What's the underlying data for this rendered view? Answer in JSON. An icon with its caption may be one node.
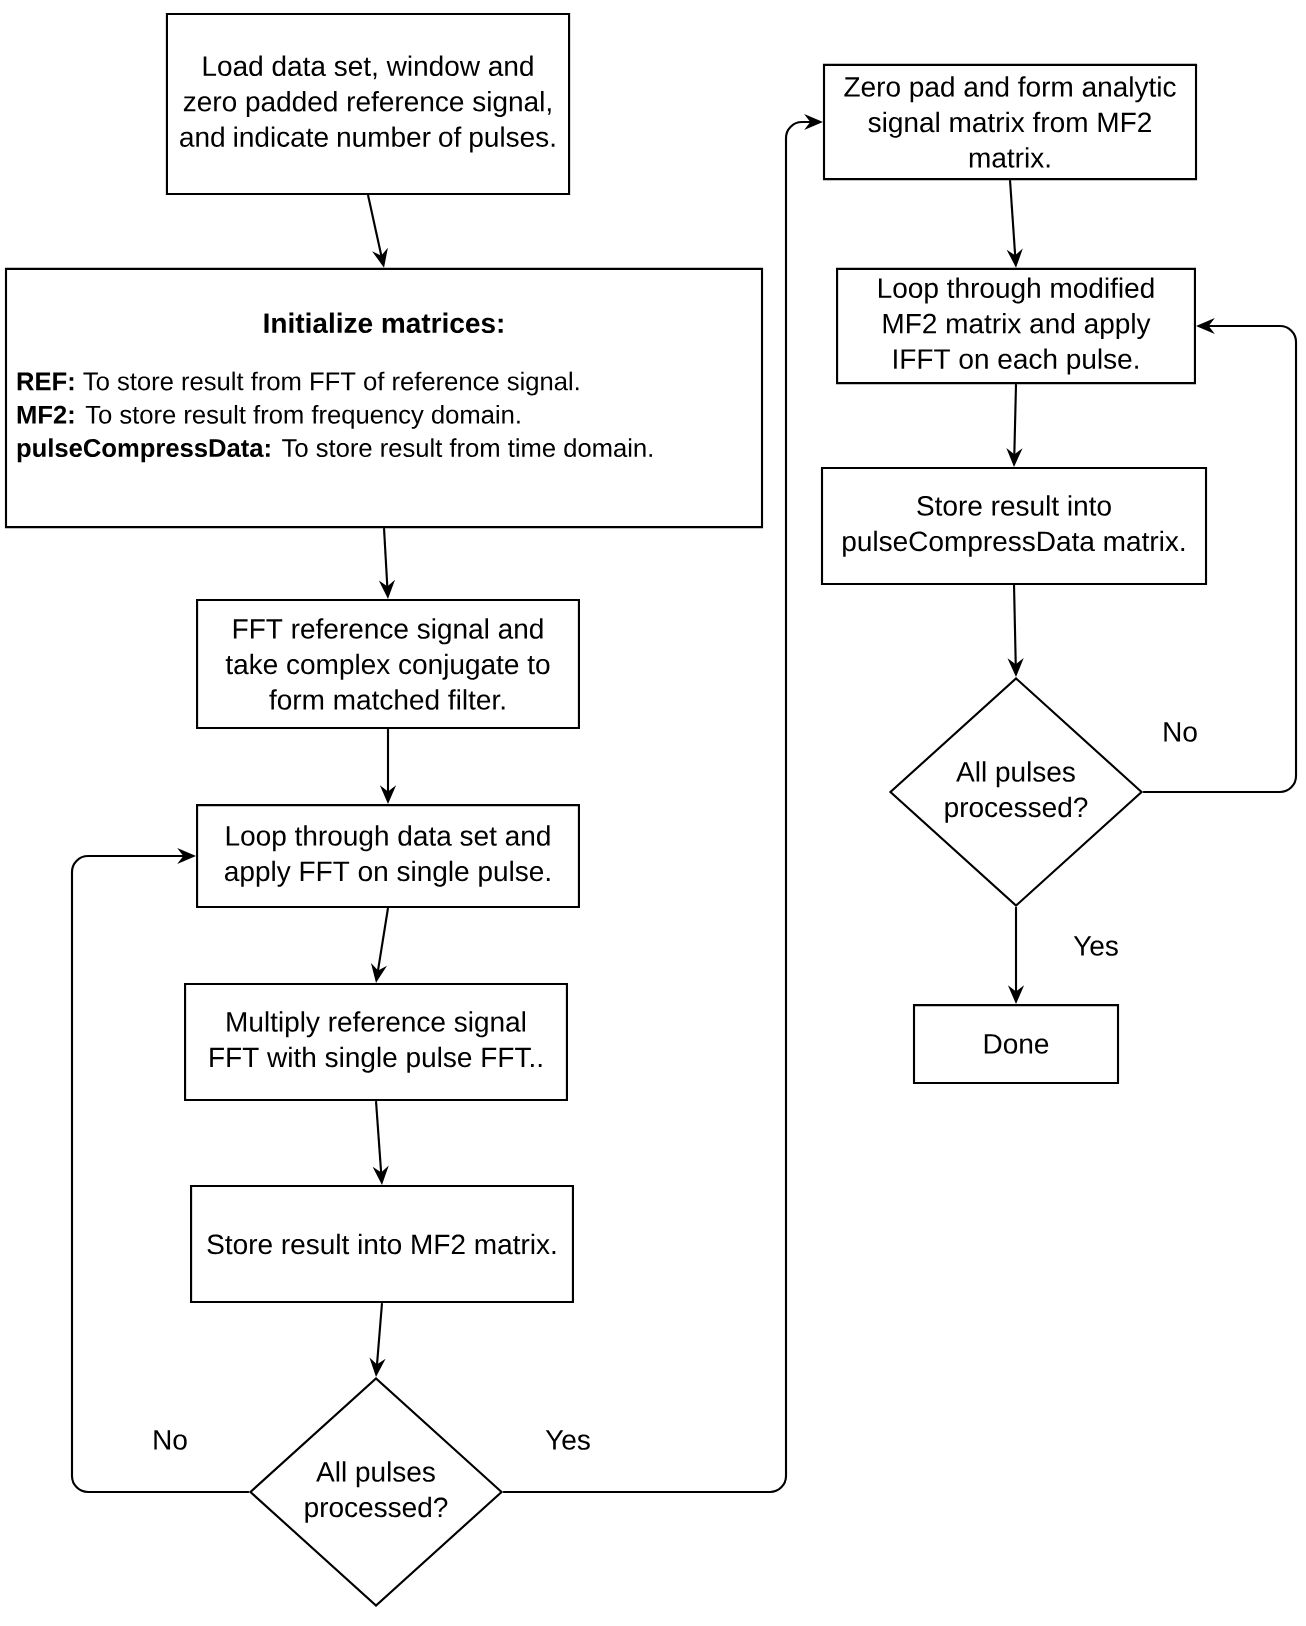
{
  "diagram": {
    "nodes": [
      {
        "text": [
          "Load data set, window and zero padded reference signal, and indicate number of pulses."
        ]
      },
      {
        "text": [
          "Initialize matrices:",
          "**REF:**  To store result from FFT of reference signal.",
          "**MF2:** To store result from frequency domain.",
          "**pulseCompressData:** To store result from time domain."
        ]
      },
      {
        "text": [
          "FFT reference signal and take complex conjugate to form matched filter."
        ]
      },
      {
        "text": [
          "Loop through data set and apply FFT on single pulse."
        ]
      },
      {
        "text": [
          "Multiply reference signal FFT with single pulse FFT.."
        ]
      },
      {
        "text": [
          "Store result into MF2 matrix."
        ]
      },
      {
        "text": [
          "All pulses processed?"
        ]
      },
      {
        "text": [
          "Zero pad and form analytic signal matrix from MF2 matrix."
        ]
      },
      {
        "text": [
          "Loop through modified MF2 matrix and apply IFFT on each pulse."
        ]
      },
      {
        "text": [
          "Store result into pulseCompressData matrix."
        ]
      },
      {
        "text": [
          "All pulses processed?"
        ]
      },
      {
        "text": [
          "Done"
        ]
      }
    ],
    "edges": [
      {
        "from": 0,
        "to": 1,
        "arrow": "to"
      },
      {
        "from": 1,
        "to": 2,
        "arrow": "to"
      },
      {
        "from": 2,
        "to": 3,
        "arrow": "to"
      },
      {
        "from": 3,
        "to": 4,
        "arrow": "to"
      },
      {
        "from": 4,
        "to": 5,
        "arrow": "to"
      },
      {
        "from": 5,
        "to": 6,
        "arrow": "to"
      },
      {
        "from": 6,
        "to": 3,
        "arrow": "to",
        "label": "No"
      },
      {
        "from": 6,
        "to": 7,
        "arrow": "to",
        "label": "Yes"
      },
      {
        "from": 7,
        "to": 8,
        "arrow": "to"
      },
      {
        "from": 8,
        "to": 9,
        "arrow": "to"
      },
      {
        "from": 9,
        "to": 10,
        "arrow": "to"
      },
      {
        "from": 10,
        "to": 8,
        "arrow": "to",
        "label": "No"
      },
      {
        "from": 10,
        "to": 11,
        "arrow": "to",
        "label": "Yes"
      }
    ]
  }
}
